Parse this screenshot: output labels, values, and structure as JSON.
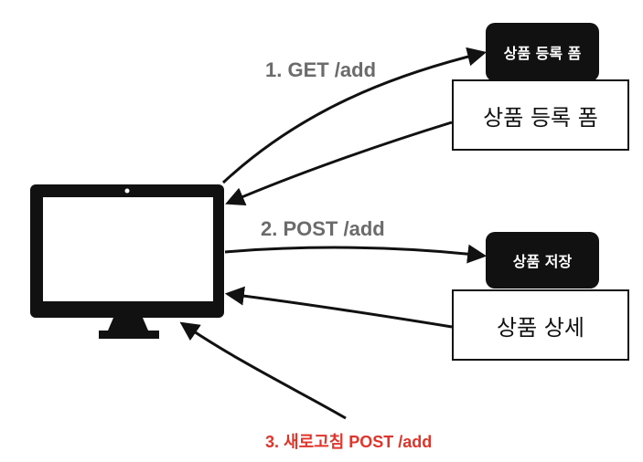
{
  "labels": {
    "step1": "1. GET /add",
    "step2": "2. POST /add",
    "step3": "3. 새로고침 POST /add"
  },
  "server": {
    "form_tag": "상품 등록 폼",
    "form_page": "상품 등록 폼",
    "save_tag": "상품 저장",
    "detail_page": "상품 상세"
  },
  "colors": {
    "arrow": "#111111",
    "step_label": "#6b6b6b",
    "refresh_label": "#e0352b"
  },
  "icons": {
    "client": "desktop-monitor-icon"
  }
}
